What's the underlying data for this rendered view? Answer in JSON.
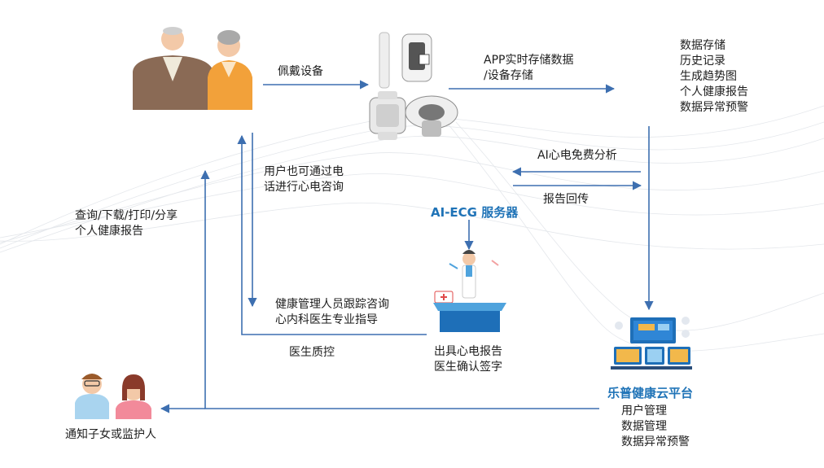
{
  "labels": {
    "wear_device": "佩戴设备",
    "app_storage": "APP实时存储数据\n/设备存储",
    "data_functions": "数据存储\n历史记录\n生成趋势图\n个人健康报告\n数据异常预警",
    "ai_analysis": "AI心电免费分析",
    "report_return": "报告回传",
    "phone_consult": "用户也可通过电\n话进行心电咨询",
    "query_report": "查询/下载/打印/分享\n个人健康报告",
    "ai_ecg_server": "AI-ECG 服务器",
    "health_tracking": "健康管理人员跟踪咨询\n心内科医生专业指导",
    "doctor_qc": "医生质控",
    "issue_report": "出具心电报告\n医生确认签字",
    "cloud_platform": "乐普健康云平台",
    "platform_functions": "用户管理\n数据管理\n数据异常预警",
    "notify_family": "通知子女或监护人"
  },
  "colors": {
    "arrow": "#3d6fb0",
    "title_blue": "#1f73b7",
    "desk_blue": "#1e6fb8",
    "elder_coat": "#8a6a55",
    "elder_orange": "#f2a13a",
    "family_blue": "#a9d4ef",
    "family_pink": "#f28a9a"
  },
  "icons": [
    "elderly-couple-icon",
    "wearable-devices-icon",
    "doctor-icon",
    "cloud-monitor-icon",
    "family-icon"
  ]
}
